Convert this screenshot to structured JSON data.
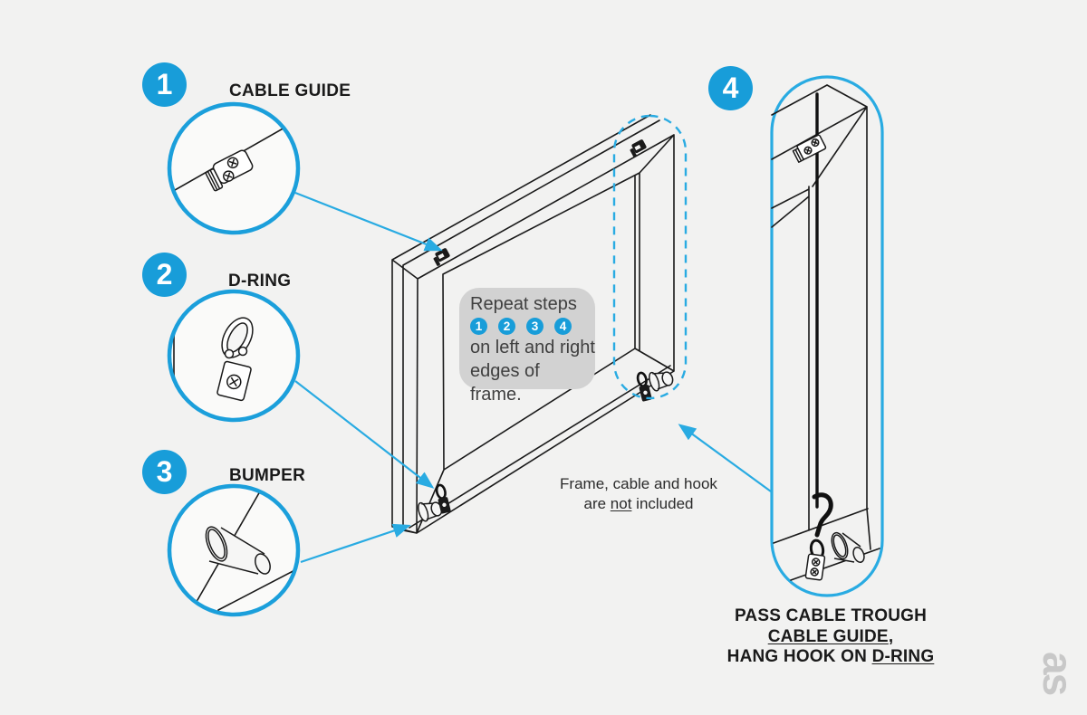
{
  "colors": {
    "background": "#f2f2f1",
    "badge_blue": "#189dd9",
    "line_blue": "#29abe2",
    "ink": "#1a1a1a",
    "panel_gray": "#d2d2d2",
    "logo_gray": "#c8c8c8"
  },
  "steps": [
    {
      "number": "1",
      "label": "CABLE GUIDE"
    },
    {
      "number": "2",
      "label": "D-RING"
    },
    {
      "number": "3",
      "label": "BUMPER"
    },
    {
      "number": "4",
      "label": ""
    }
  ],
  "repeat_box": {
    "intro": "Repeat steps",
    "step_badges": [
      "1",
      "2",
      "3",
      "4"
    ],
    "line2": "on left and right",
    "line3": "edges of frame."
  },
  "note": {
    "line1": "Frame, cable and hook",
    "line2_before": "are ",
    "line2_underline": "not",
    "line2_after": " included"
  },
  "instruction": {
    "line1": "PASS CABLE TROUGH",
    "line2_underline": "CABLE GUIDE",
    "line2_suffix": ",",
    "line3_before": "HANG HOOK ON ",
    "line3_underline": "D-RING"
  },
  "logo": {
    "text": "as"
  }
}
